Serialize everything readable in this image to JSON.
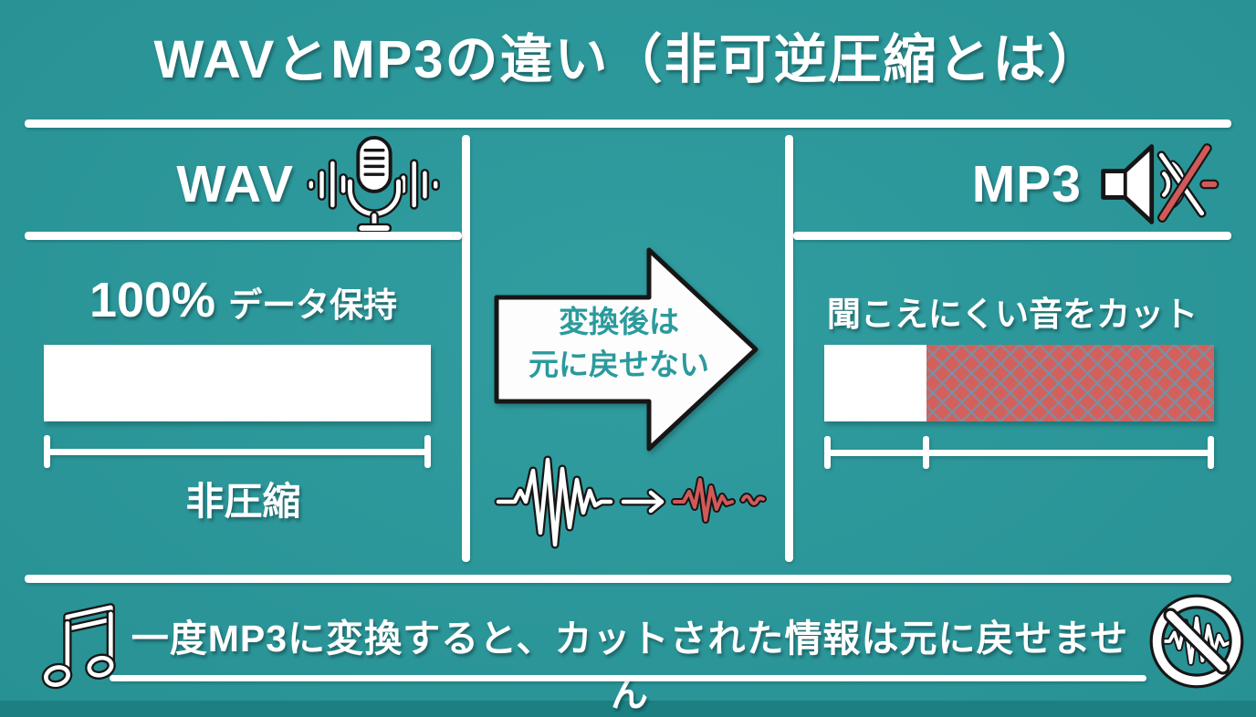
{
  "title": "WAVとMP3の違い（非可逆圧縮とは）",
  "colors": {
    "background": "#2a9a9d",
    "text": "#ffffff",
    "outline": "#161616",
    "accent_red": "#d15a59",
    "hatch_red": "#d4605c",
    "arrow_text": "#2a9a9d"
  },
  "wav": {
    "label": "WAV",
    "icon": "microphone-soundwaves-icon",
    "retention_value": "100%",
    "retention_label": "データ保持",
    "retained_percent": 100,
    "bar_caption": "非圧縮"
  },
  "conversion": {
    "arrow_text_line1": "変換後は",
    "arrow_text_line2": "元に戻せない",
    "icon": "waveform-reduction-icon"
  },
  "mp3": {
    "label": "MP3",
    "icon": "muted-speaker-icon",
    "headline": "聞こえにくい音をカット",
    "kept_percent": 26.2
  },
  "footer": {
    "note": "一度MP3に変換すると、カットされた情報は元に戻せません",
    "left_icon": "music-notes-icon",
    "right_icon": "banned-waveform-icon"
  }
}
